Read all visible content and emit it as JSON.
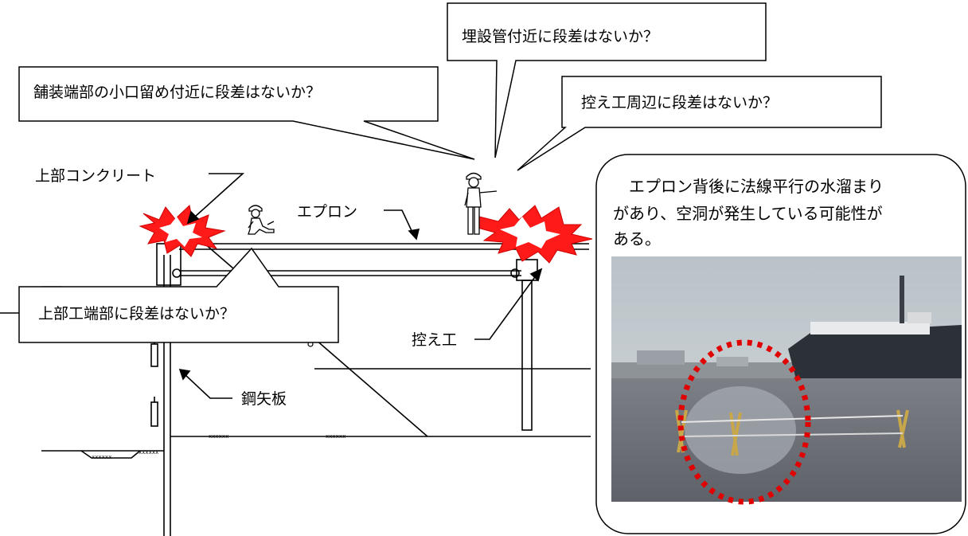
{
  "callouts": {
    "buried_pipe": "埋設管付近に段差はないか？",
    "pavement_end": "舗装端部の小口留め付近に段差はないか？",
    "anchor_area": "控え工周辺に段差はないか？",
    "upper_end": "上部工端部に段差はないか？"
  },
  "labels": {
    "upper_concrete": "上部コンクリート",
    "apron": "エプロン",
    "anchor": "控え工",
    "sheet_pile": "鋼矢板",
    "hatch_mark": "xxxxxx"
  },
  "note": {
    "lines": [
      "　エプロン背後に法線平行の水溜まり",
      "があり、空洞が発生している可能性が",
      "ある。"
    ]
  },
  "icons": {
    "burst": "red-explosion-burst-icon",
    "worker_kneeling": "kneeling-inspector-icon",
    "worker_standing": "standing-inspector-icon",
    "photo": "quay-apron-puddle-photo"
  },
  "colors": {
    "burst_red": "#ff1a1a",
    "highlight_circle": "#e00000",
    "line": "#000000"
  }
}
